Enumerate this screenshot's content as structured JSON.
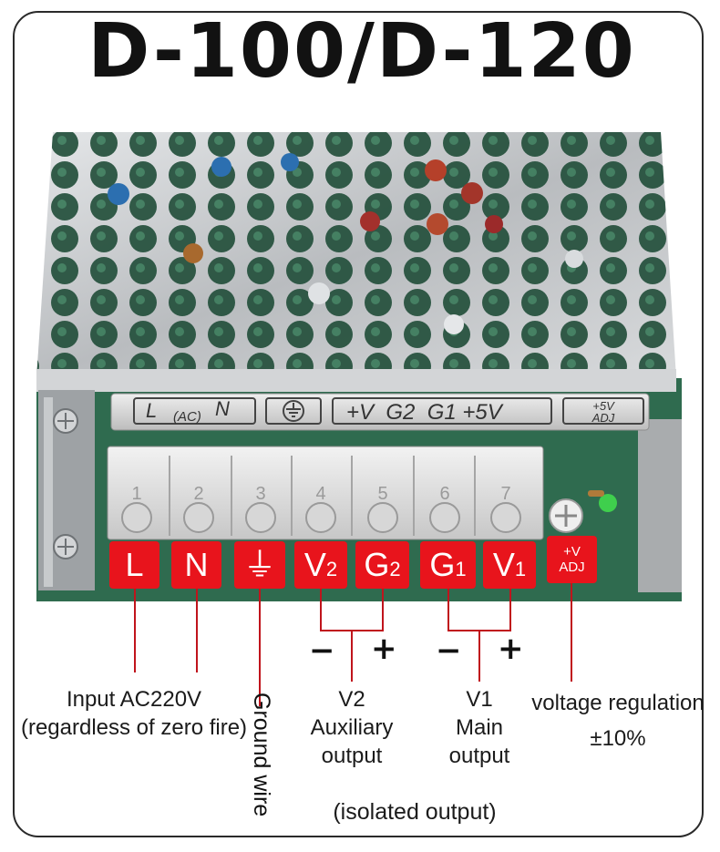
{
  "title": "D-100/D-120",
  "panel": {
    "input_cap": "L",
    "input_sub": "(AC)",
    "input_cap2": "N",
    "outputs": "+V  G2  G1 +5V",
    "adj_top": "+5V",
    "adj_bottom": "ADJ"
  },
  "terminals": [
    {
      "number": "1",
      "main": "L",
      "sub": ""
    },
    {
      "number": "2",
      "main": "N",
      "sub": ""
    },
    {
      "number": "3",
      "main": "⏚",
      "sub": ""
    },
    {
      "number": "4",
      "main": "V",
      "sub": "2"
    },
    {
      "number": "5",
      "main": "G",
      "sub": "2"
    },
    {
      "number": "6",
      "main": "G",
      "sub": "1"
    },
    {
      "number": "7",
      "main": "V",
      "sub": "1"
    }
  ],
  "adj_badge": {
    "top": "+V",
    "bottom": "ADJ"
  },
  "signs": {
    "v2_minus": "−",
    "v2_plus": "+",
    "v1_minus": "−",
    "v1_plus": "+"
  },
  "labels": {
    "input_line1": "Input AC220V",
    "input_line2": "(regardless of zero fire)",
    "ground": "Ground wire",
    "v2_line1": "V2",
    "v2_line2": "Auxiliary",
    "v2_line3": "output",
    "v1_line1": "V1",
    "v1_line2": "Main",
    "v1_line3": "output",
    "reg_line1": "voltage regulation",
    "reg_line2": "±10%",
    "isolated": "(isolated output)"
  },
  "colors": {
    "badge": "#e8141c",
    "lead": "#c0141c",
    "pcb": "#2f6b4f",
    "metal": "#c9cbcd"
  }
}
